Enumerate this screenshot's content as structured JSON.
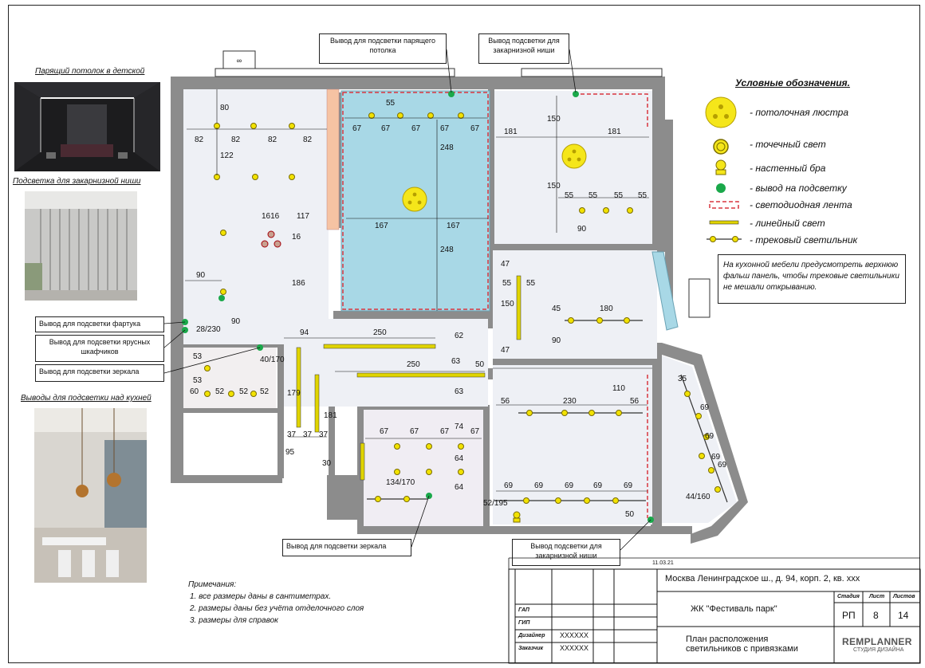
{
  "photos": {
    "photo1_caption": "Парящий потолок в детской",
    "photo2_caption": "Подсветка для закарнизной ниши",
    "photo3_caption": "Выводы для подсветки над кухней"
  },
  "callouts": {
    "top_left": "Вывод для подсветки парящего потолка",
    "top_right": "Вывод подсветки для закарнизной ниши",
    "apron": "Вывод для подсветки фартука",
    "tiered_cabinets": "Вывод для подсветки ярусных шкафчиков",
    "mirror_left": "Вывод для подсветки зеркала",
    "mirror_bottom": "Вывод для подсветки зеркала",
    "niche_bottom": "Вывод подсветки для закарнизной ниши"
  },
  "legend": {
    "title": "Условные обозначения.",
    "items": [
      {
        "label": "- потолочная люстра",
        "icon": "chandelier-icon"
      },
      {
        "label": "- точечный свет",
        "icon": "spotlight-icon"
      },
      {
        "label": "- настенный бра",
        "icon": "wall-sconce-icon"
      },
      {
        "label": "- вывод на подсветку",
        "icon": "backlight-outlet-icon"
      },
      {
        "label": "- светодиодная лента",
        "icon": "led-strip-icon"
      },
      {
        "label": "- линейный свет",
        "icon": "linear-light-icon"
      },
      {
        "label": "- трековый светильник",
        "icon": "track-light-icon"
      }
    ],
    "note": "На кухонной мебели предусмотреть верхнюю фальш панель, чтобы трековые светильники не мешали открыванию."
  },
  "dimensions": [
    "80",
    "82",
    "82",
    "82",
    "82",
    "122",
    "1616",
    "117",
    "16",
    "90",
    "186",
    "90",
    "28/230",
    "55",
    "67",
    "67",
    "67",
    "67",
    "67",
    "248",
    "167",
    "167",
    "248",
    "150",
    "181",
    "181",
    "150",
    "55",
    "55",
    "55",
    "55",
    "90",
    "47",
    "55",
    "55",
    "150",
    "47",
    "45",
    "180",
    "90",
    "94",
    "250",
    "62",
    "63",
    "50",
    "250",
    "63",
    "53",
    "40/170",
    "53",
    "60",
    "52",
    "52",
    "52",
    "179",
    "37",
    "37",
    "37",
    "181",
    "95",
    "30",
    "56",
    "230",
    "110",
    "56",
    "67",
    "67",
    "67",
    "74",
    "67",
    "64",
    "64",
    "134/170",
    "52/195",
    "69",
    "69",
    "69",
    "69",
    "69",
    "35",
    "69",
    "69",
    "69",
    "69",
    "44/160",
    "50"
  ],
  "notes": {
    "title": "Примечания:",
    "items": [
      "1.  все размеры даны в сантиметрах.",
      "2.  размеры даны без учёта отделочного слоя",
      "3.  размеры для справок"
    ]
  },
  "title_block": {
    "date": "11.03.21",
    "address": "Москва Ленинградское ш., д. 94, корп. 2, кв. xxx",
    "project": "ЖК \"Фестиваль парк\"",
    "stage_label": "Стадия",
    "sheet_label": "Лист",
    "sheets_label": "Листов",
    "stage": "РП",
    "sheet": "8",
    "sheets": "14",
    "gap_label": "ГАП",
    "gip_label": "ГИП",
    "designer_label": "Дизайнер",
    "customer_label": "Заказчик",
    "designer": "XXXXXX",
    "customer": "XXXXXX",
    "sheet_title": "План расположения светильников с привязками",
    "brand": "REMPLANNER",
    "brand_sub": "СТУДИЯ ДИЗАЙНА"
  },
  "colors": {
    "spot": "#f2e200",
    "chandelier": "#f5e61a",
    "outlet": "#1aa84a",
    "led": "#d9363e",
    "wall": "#8c8c8c",
    "glass": "#a8d8e6"
  }
}
